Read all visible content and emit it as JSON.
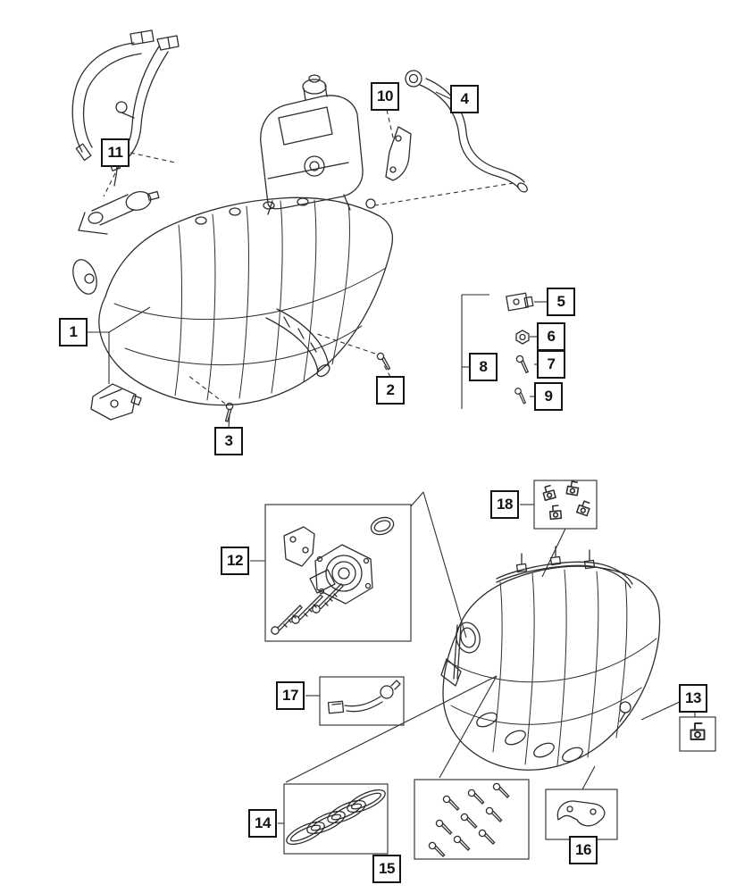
{
  "colors": {
    "background": "#ffffff",
    "line": "#2e2e2e",
    "callout_border": "#141414",
    "callout_text": "#141414"
  },
  "callouts": [
    {
      "label": "1",
      "part": "upper-intake-manifold"
    },
    {
      "label": "2",
      "part": "bolt"
    },
    {
      "label": "3",
      "part": "bolt"
    },
    {
      "label": "4",
      "part": "vapor-tube"
    },
    {
      "label": "5",
      "part": "sensor"
    },
    {
      "label": "6",
      "part": "nut"
    },
    {
      "label": "7",
      "part": "bolt"
    },
    {
      "label": "8",
      "part": "hardware-group"
    },
    {
      "label": "9",
      "part": "screw"
    },
    {
      "label": "10",
      "part": "bracket"
    },
    {
      "label": "11",
      "part": "purge-valve-with-hoses"
    },
    {
      "label": "12",
      "part": "throttle-body-kit"
    },
    {
      "label": "13",
      "part": "clip"
    },
    {
      "label": "14",
      "part": "gasket-set"
    },
    {
      "label": "15",
      "part": "bolt-set"
    },
    {
      "label": "16",
      "part": "bracket"
    },
    {
      "label": "17",
      "part": "sensor-with-harness"
    },
    {
      "label": "18",
      "part": "clip-set"
    }
  ]
}
